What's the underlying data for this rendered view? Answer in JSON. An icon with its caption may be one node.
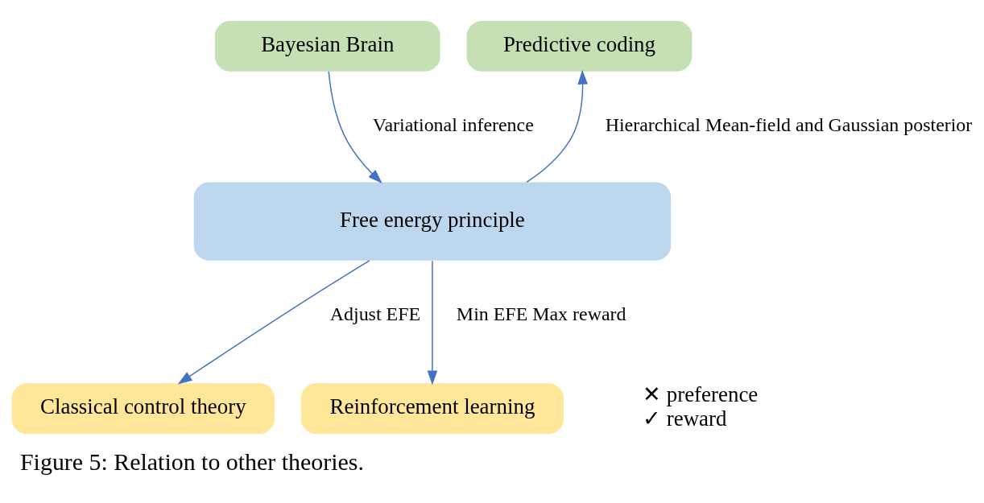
{
  "diagram": {
    "caption": "Figure 5: Relation to other theories.",
    "nodes": [
      {
        "text": [
          "Bayesian Brain"
        ]
      },
      {
        "text": [
          "Predictive coding"
        ]
      },
      {
        "text": [
          "Free energy principle"
        ]
      },
      {
        "text": [
          "Classical control theory"
        ]
      },
      {
        "text": [
          "Reinforcement learning"
        ]
      }
    ],
    "edges": [
      {
        "from": 0,
        "to": 2,
        "arrow": "to",
        "label": "Variational inference"
      },
      {
        "from": 2,
        "to": 1,
        "arrow": "to",
        "label": "Hierarchical Mean-field and Gaussian posterior"
      },
      {
        "from": 2,
        "to": 3,
        "arrow": "to",
        "label": "Adjust EFE"
      },
      {
        "from": 2,
        "to": 4,
        "arrow": "to",
        "label": "Min EFE Max reward"
      }
    ],
    "labels": [
      "✕ preference",
      "✓ reward"
    ]
  }
}
